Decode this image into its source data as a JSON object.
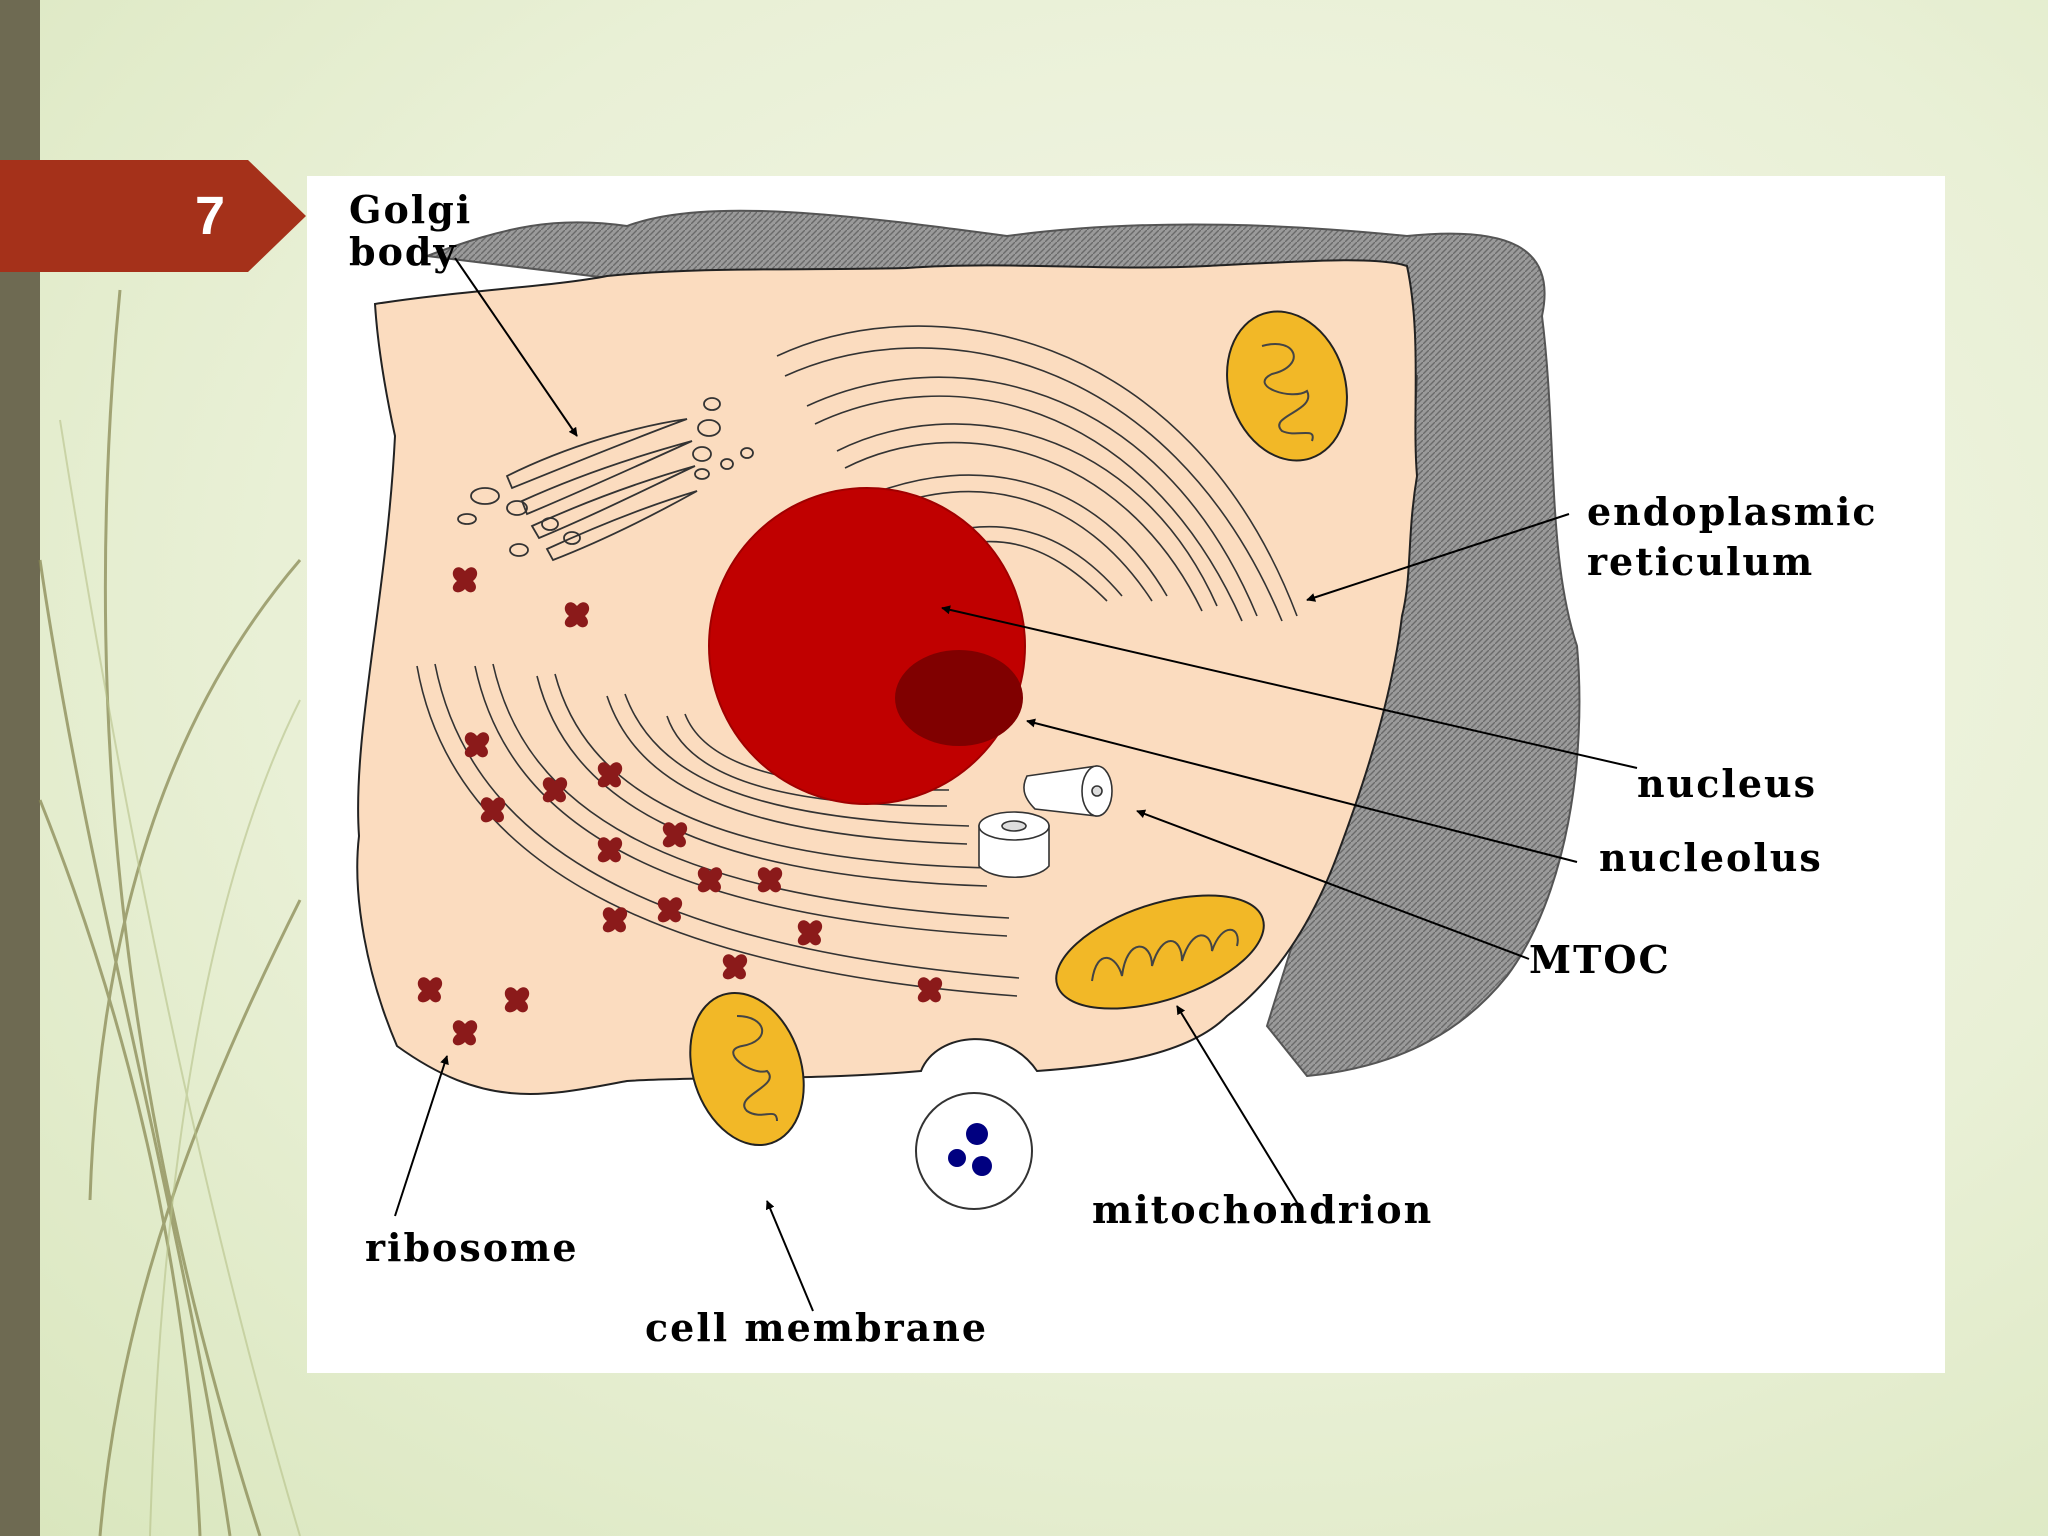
{
  "slide": {
    "number": "7"
  },
  "colors": {
    "slide_background": "#e9f0d6",
    "sidebar": "#6e6a52",
    "number_tab": "#a5311a",
    "cytoplasm": "#fbdcbf",
    "nucleus": "#c00000",
    "nucleolus": "#800000",
    "mitochondrion": "#f2b827",
    "ribosome": "#8b1a1a",
    "vesicle_dots": "#000080",
    "membrane_shadow": "#8c8c8c"
  },
  "diagram": {
    "labels": {
      "golgi": [
        "Golgi",
        "body"
      ],
      "endoplasmic_reticulum": [
        "endoplasmic",
        "reticulum"
      ],
      "nucleus": "nucleus",
      "nucleolus": "nucleolus",
      "mtoc": "MTOC",
      "mitochondrion": "mitochondrion",
      "ribosome": "ribosome",
      "cell_membrane": "cell membrane"
    }
  }
}
